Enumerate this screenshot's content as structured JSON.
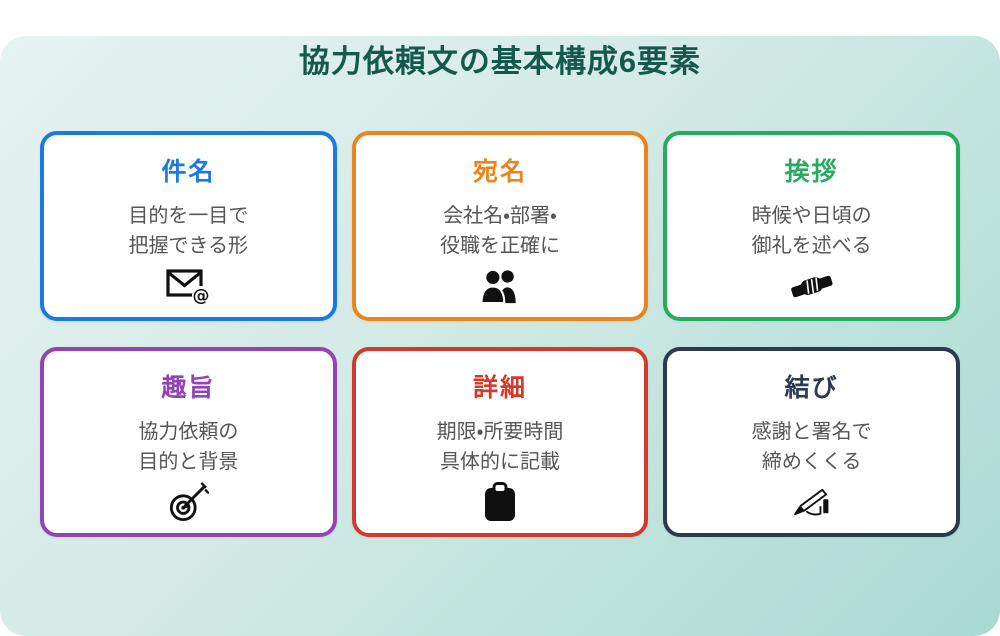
{
  "title": "協力依頼文の基本構成6要素",
  "colors": {
    "title": "#14594b",
    "background_from": "#e6f3f2",
    "background_to": "#a9dad2",
    "card_background": "#ffffff",
    "description_text": "#555555",
    "icon": "#111111"
  },
  "cards": [
    {
      "heading": "件名",
      "accent": "#1b7ae0",
      "lines": [
        "目的を一目で",
        "把握できる形"
      ],
      "icon": "email-icon"
    },
    {
      "heading": "宛名",
      "accent": "#e8851f",
      "lines": [
        "会社名・部署・",
        "役職を正確に"
      ],
      "icon": "people-icon"
    },
    {
      "heading": "挨拶",
      "accent": "#29ab5f",
      "lines": [
        "時候や日頃の",
        "御礼を述べる"
      ],
      "icon": "handshake-icon"
    },
    {
      "heading": "趣旨",
      "accent": "#9343b5",
      "lines": [
        "協力依頼の",
        "目的と背景"
      ],
      "icon": "target-dart-icon"
    },
    {
      "heading": "詳細",
      "accent": "#d23b2b",
      "lines": [
        "期限・所要時間",
        "具体的に記載"
      ],
      "icon": "clipboard-icon"
    },
    {
      "heading": "結び",
      "accent": "#2c3a50",
      "lines": [
        "感謝と署名で",
        "締めくくる"
      ],
      "icon": "writing-hand-icon"
    }
  ]
}
